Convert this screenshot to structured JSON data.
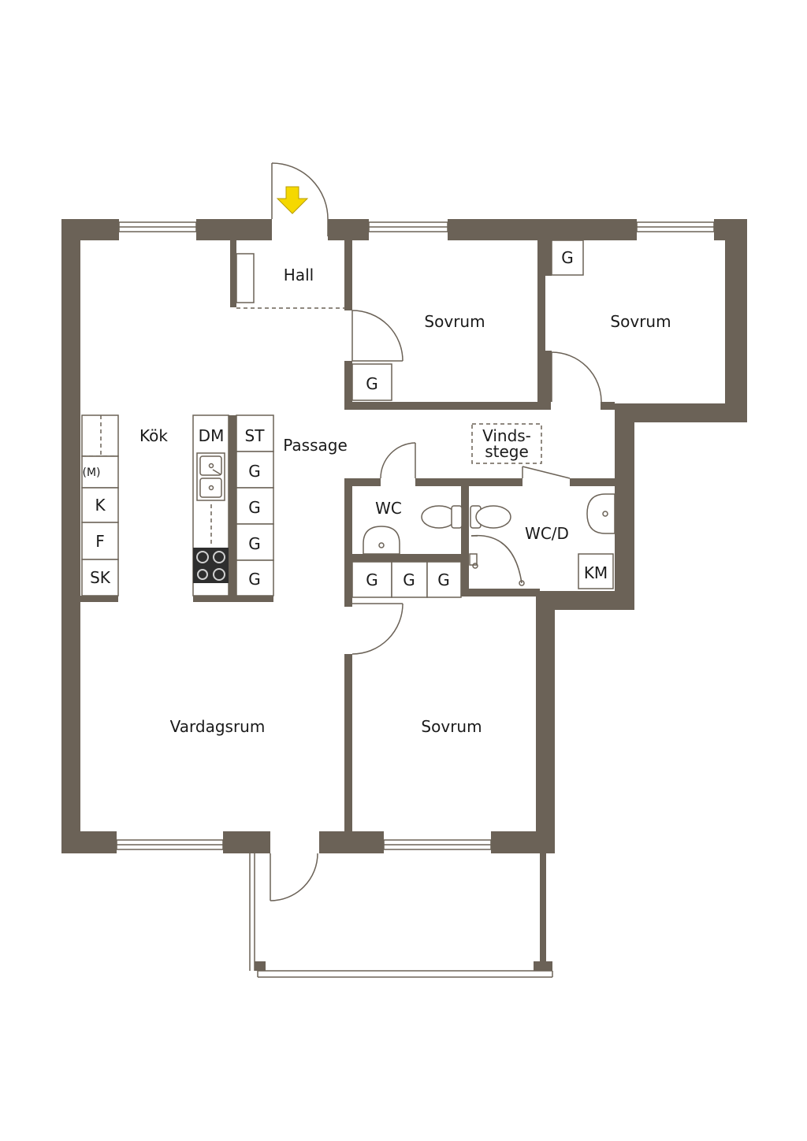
{
  "colors": {
    "wall": "#6b6257",
    "entrance_arrow": "#f5d800"
  },
  "icons": [
    "entrance-arrow-icon",
    "sink-icon",
    "stove-icon",
    "toilet-icon",
    "washbasin-icon",
    "shower-icon"
  ],
  "rooms": {
    "hall": "Hall",
    "sovrum_1": "Sovrum",
    "sovrum_2": "Sovrum",
    "sovrum_3": "Sovrum",
    "kok": "Kök",
    "passage": "Passage",
    "vindsstege_1": "Vinds-",
    "vindsstege_2": "stege",
    "wc": "WC",
    "wcd": "WC/D",
    "vardagsrum": "Vardagsrum"
  },
  "appliances": {
    "m": "(M)",
    "k": "K",
    "f": "F",
    "sk": "SK",
    "dm": "DM",
    "st": "ST",
    "g": "G",
    "km": "KM"
  }
}
